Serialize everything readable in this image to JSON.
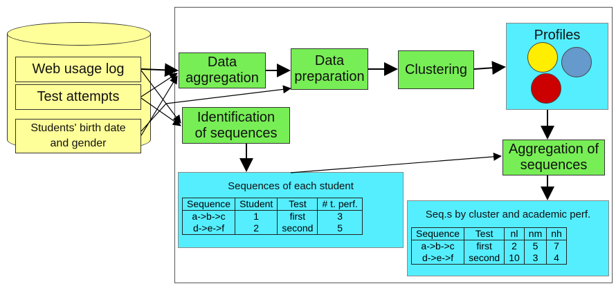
{
  "sources": {
    "web_usage_log": "Web usage log",
    "test_attempts": "Test attempts",
    "birth_gender": "Students' birth date and gender"
  },
  "steps": {
    "data_aggregation": "Data aggregation",
    "data_preparation": "Data preparation",
    "clustering": "Clustering",
    "identification": "Identification of sequences",
    "aggregation_seq": "Aggregation of sequences"
  },
  "profiles": {
    "title": "Profiles",
    "colors": [
      "#ffee00",
      "#6699cc",
      "#cc0000"
    ]
  },
  "seq_student": {
    "title": "Sequences of each student",
    "headers": [
      "Sequence",
      "Student",
      "Test",
      "# t. perf."
    ],
    "rows": [
      [
        "a->b->c",
        "1",
        "first",
        "3"
      ],
      [
        "d->e->f",
        "2",
        "second",
        "5"
      ]
    ]
  },
  "seq_cluster": {
    "title": "Seq.s by cluster and academic perf.",
    "headers": [
      "Sequence",
      "Test",
      "nl",
      "nm",
      "nh"
    ],
    "rows": [
      [
        "a->b->c",
        "first",
        "2",
        "5",
        "7"
      ],
      [
        "d->e->f",
        "second",
        "10",
        "3",
        "4"
      ]
    ]
  },
  "colors": {
    "database": "#ffff99",
    "process": "#77ee55",
    "output": "#55eeff"
  }
}
